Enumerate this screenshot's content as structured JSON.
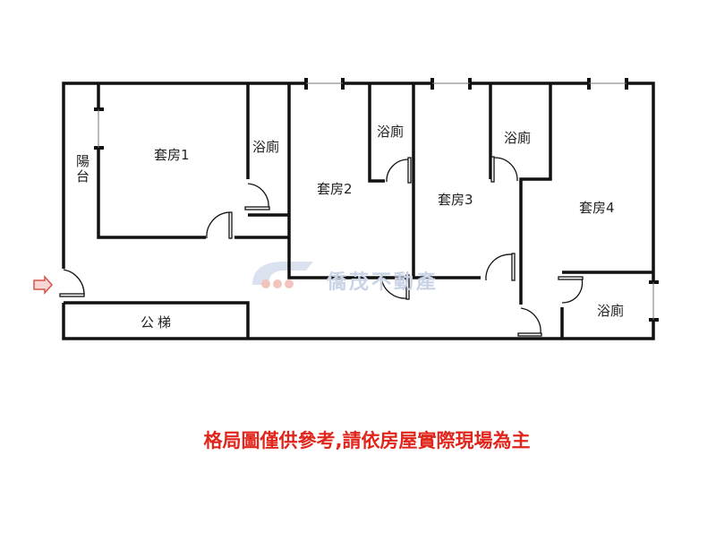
{
  "rooms": {
    "balcony": "陽台",
    "suite1": "套房1",
    "suite2": "套房2",
    "suite3": "套房3",
    "suite4": "套房4",
    "bath1": "浴廁",
    "bath2": "浴廁",
    "bath3": "浴廁",
    "bath4": "浴廁",
    "stairs": "公梯"
  },
  "watermark": "僑茂不動產",
  "caption": "格局圖僅供參考,請依房屋實際現場為主",
  "colors": {
    "wall": "#111111",
    "caption": "#e0261c",
    "entrance_arrow": "#d9534f",
    "watermark": "#c9d3e6"
  }
}
